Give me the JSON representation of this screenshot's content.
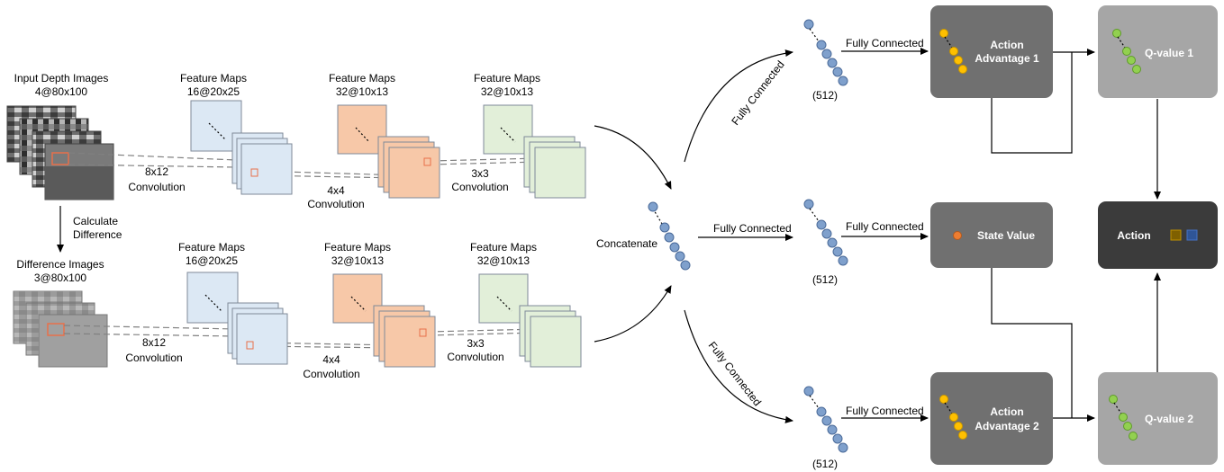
{
  "colors": {
    "dark_box": "#707070",
    "light_box": "#a6a6a6",
    "action_box": "#3b3b3b",
    "advantage_node": "#ffc000",
    "qvalue_node": "#92d050",
    "state_node": "#ed7d31",
    "fc_node": "#7fa0cc"
  },
  "input": {
    "title_line1": "Input Depth Images",
    "title_line2": "4@80x100"
  },
  "difference": {
    "title_line1": "Difference Images",
    "title_line2": "3@80x100",
    "calc_line1": "Calculate",
    "calc_line2": "Difference"
  },
  "top_stream": {
    "fm1_line1": "Feature Maps",
    "fm1_line2": "16@20x25",
    "fm2_line1": "Feature Maps",
    "fm2_line2": "32@10x13",
    "fm3_line1": "Feature Maps",
    "fm3_line2": "32@10x13",
    "conv1_line1": "8x12",
    "conv1_line2": "Convolution",
    "conv2_line1": "4x4",
    "conv2_line2": "Convolution",
    "conv3_line1": "3x3",
    "conv3_line2": "Convolution"
  },
  "bottom_stream": {
    "fm1_line1": "Feature Maps",
    "fm1_line2": "16@20x25",
    "fm2_line1": "Feature Maps",
    "fm2_line2": "32@10x13",
    "fm3_line1": "Feature Maps",
    "fm3_line2": "32@10x13",
    "conv1_line1": "8x12",
    "conv1_line2": "Convolution",
    "conv2_line1": "4x4",
    "conv2_line2": "Convolution",
    "conv3_line1": "3x3",
    "conv3_line2": "Convolution"
  },
  "concat": {
    "label": "Concatenate"
  },
  "fc": {
    "branch_top": "Fully Connected",
    "branch_mid": "Fully Connected",
    "branch_bottom": "Fully Connected",
    "to_adv1": "Fully Connected",
    "to_state": "Fully Connected",
    "to_adv2": "Fully Connected",
    "size_top": "(512)",
    "size_mid": "(512)",
    "size_bottom": "(512)"
  },
  "boxes": {
    "adv1_line1": "Action",
    "adv1_line2": "Advantage 1",
    "state": "State Value",
    "adv2_line1": "Action",
    "adv2_line2": "Advantage 2",
    "q1": "Q-value 1",
    "q2": "Q-value 2",
    "action": "Action"
  }
}
